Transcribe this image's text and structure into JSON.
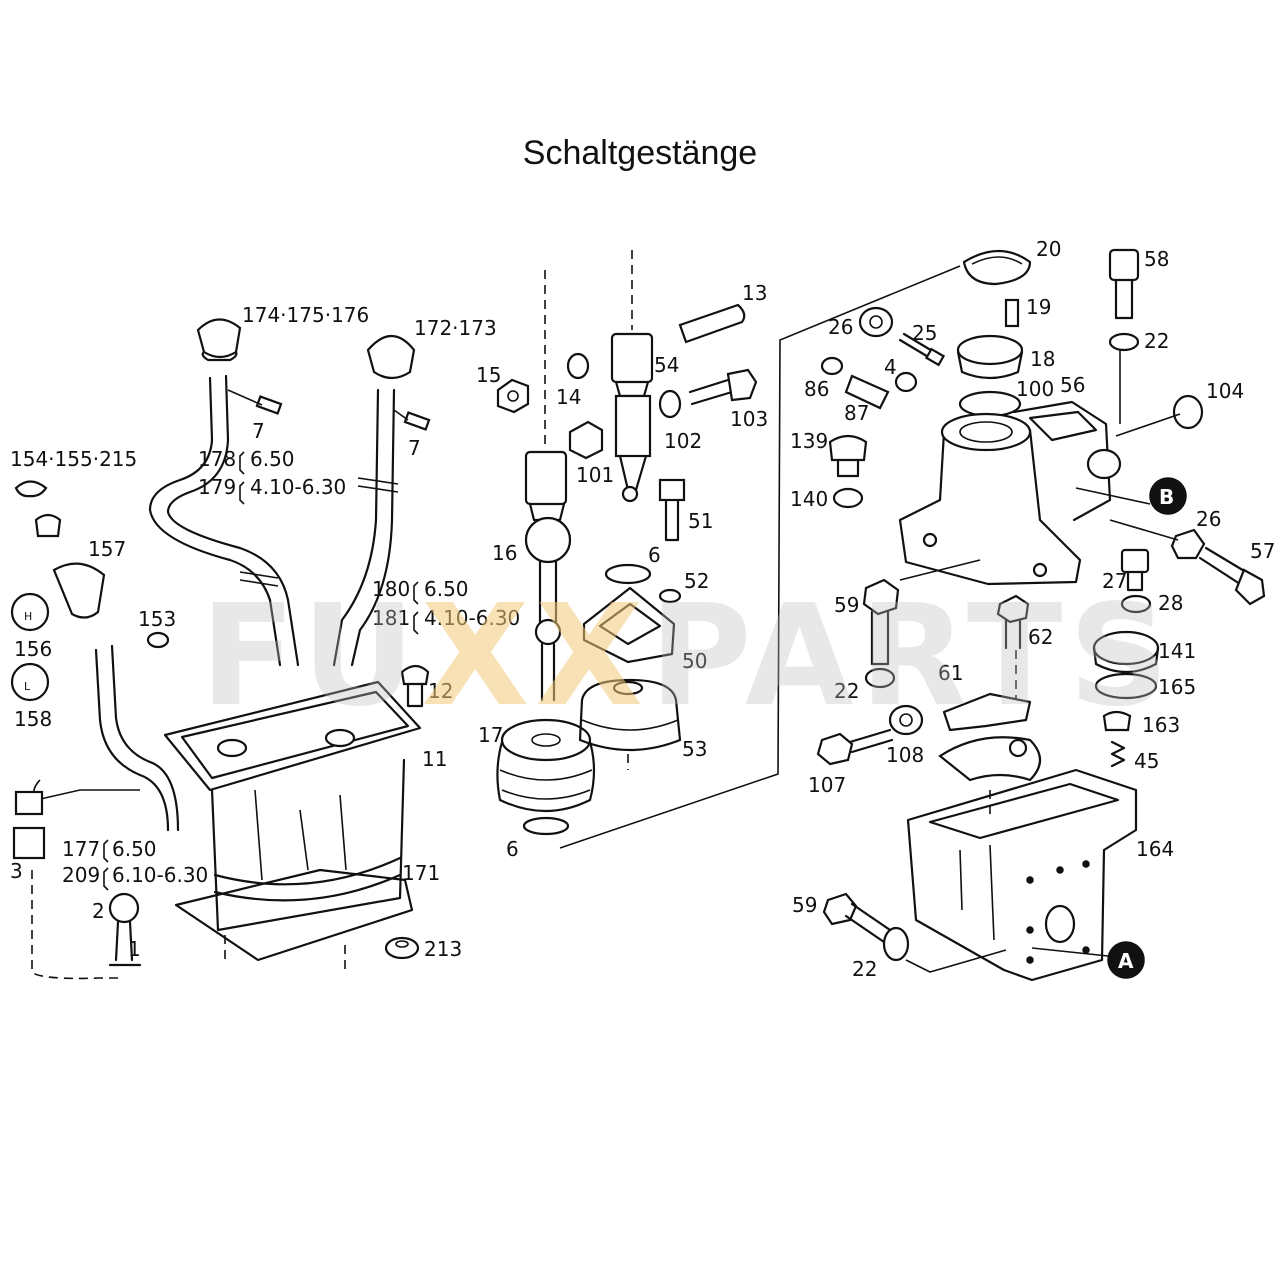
{
  "title": "Schaltgestänge",
  "watermark": {
    "left": "FU",
    "middle": "XX",
    "right": "PARTS"
  },
  "callouts": {
    "c174": "174·175·176",
    "c172": "172·173",
    "c7a": "7",
    "c7b": "7",
    "c178": "178",
    "c178v": "6.50",
    "c179": "179",
    "c179v": "4.10-6.30",
    "c154": "154·155·215",
    "c157": "157",
    "c156": "156",
    "c158": "158",
    "c153": "153",
    "c180": "180",
    "c180v": "6.50",
    "c181": "181",
    "c181v": "4.10-6.30",
    "c12": "12",
    "c11": "11",
    "c3": "3",
    "c177": "177",
    "c177v": "6.50",
    "c209": "209",
    "c209v": "6.10-6.30",
    "c2": "2",
    "c1": "1",
    "c171": "171",
    "c213": "213",
    "c13": "13",
    "c15": "15",
    "c14": "14",
    "c54": "54",
    "c103": "103",
    "c102": "102",
    "c101": "101",
    "c16": "16",
    "c51": "51",
    "c6a": "6",
    "c52": "52",
    "c50": "50",
    "c17": "17",
    "c53": "53",
    "c6b": "6",
    "c20": "20",
    "c58": "58",
    "c19": "19",
    "c26a": "26",
    "c25": "25",
    "c22a": "22",
    "c18": "18",
    "c4": "4",
    "c86": "86",
    "c100": "100",
    "c56": "56",
    "c104": "104",
    "c87": "87",
    "c139": "139",
    "c140": "140",
    "cB": "B",
    "c26b": "26",
    "c57": "57",
    "c27": "27",
    "c28": "28",
    "c59a": "59",
    "c62": "62",
    "c141": "141",
    "c165": "165",
    "c22b": "22",
    "c61": "61",
    "c163": "163",
    "c108": "108",
    "c107": "107",
    "c45": "45",
    "c164": "164",
    "c59b": "59",
    "c22c": "22",
    "cA": "A"
  }
}
